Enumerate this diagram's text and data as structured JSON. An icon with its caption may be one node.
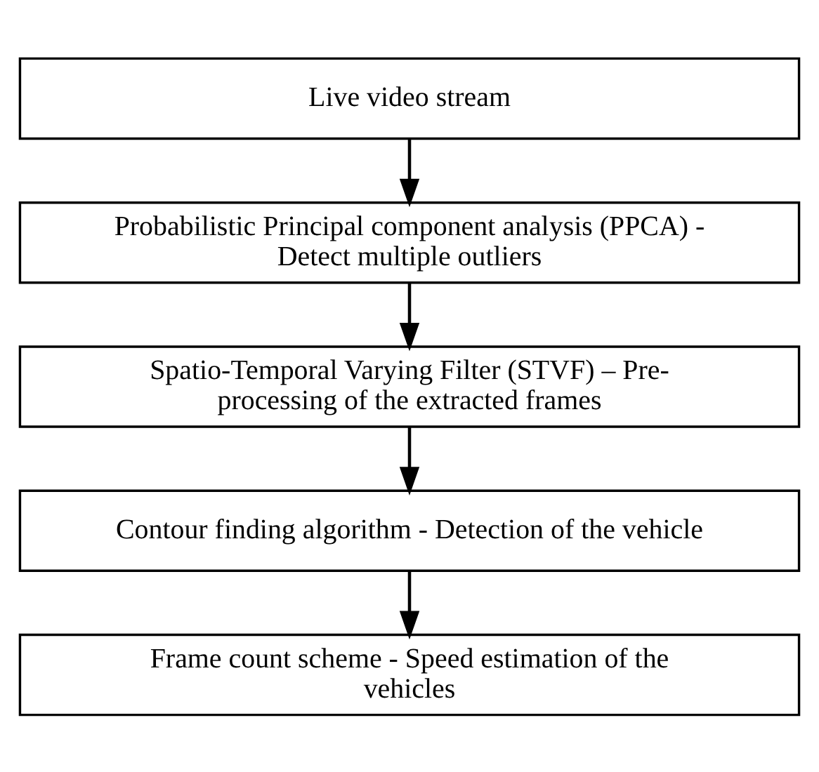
{
  "diagram": {
    "nodes": [
      {
        "text": [
          "Live video stream"
        ]
      },
      {
        "text": [
          "Probabilistic Principal component analysis (PPCA) - Detect multiple outliers"
        ]
      },
      {
        "text": [
          "Spatio-Temporal Varying Filter (STVF) – Pre-processing of the extracted frames"
        ]
      },
      {
        "text": [
          "Contour finding algorithm - Detection of the vehicle"
        ]
      },
      {
        "text": [
          "Frame count scheme - Speed estimation of the vehicles"
        ]
      }
    ],
    "edges": [
      {
        "from": 0,
        "to": 1,
        "arrow": "to"
      },
      {
        "from": 1,
        "to": 2,
        "arrow": "to"
      },
      {
        "from": 2,
        "to": 3,
        "arrow": "to"
      },
      {
        "from": 3,
        "to": 4,
        "arrow": "to"
      }
    ]
  }
}
